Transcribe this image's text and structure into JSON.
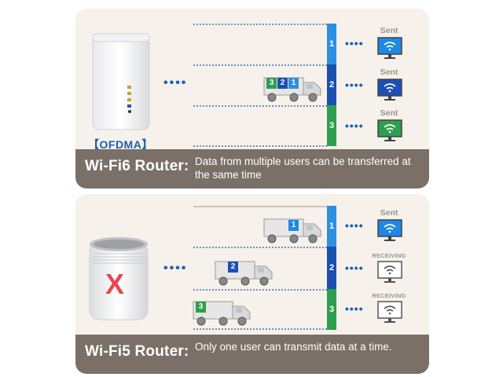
{
  "wifi6": {
    "router_label": "【OFDMA】",
    "caption_title": "Wi-Fi6 Router:",
    "caption_desc": "Data from multiple users can be transferred at the same time",
    "channels": [
      "1",
      "2",
      "3"
    ],
    "truck_packets": [
      "3",
      "2",
      "1"
    ],
    "devices": [
      {
        "status": "Sent",
        "screen_color": "#1e88e5"
      },
      {
        "status": "Sent",
        "screen_color": "#1e4fb8"
      },
      {
        "status": "Sent",
        "screen_color": "#2e9e4f"
      }
    ]
  },
  "wifi5": {
    "router_mark": "X",
    "caption_title": "Wi-Fi5 Router:",
    "caption_desc": "Only one user can transmit data at a time.",
    "channels": [
      "1",
      "2",
      "3"
    ],
    "trucks": [
      {
        "packet": "1",
        "color": "#1e88e5"
      },
      {
        "packet": "2",
        "color": "#1e4fb8"
      },
      {
        "packet": "3",
        "color": "#2e9e4f"
      }
    ],
    "devices": [
      {
        "status": "Sent",
        "screen_color": "#1e88e5"
      },
      {
        "status": "RECEIVING",
        "screen_color": "#ffffff"
      },
      {
        "status": "RECEIVING",
        "screen_color": "#ffffff"
      }
    ]
  },
  "colors": {
    "channel1": "#2e8fe0",
    "channel2": "#1a4fb0",
    "channel3": "#2e9e4f",
    "caption_bar": "#7a7068",
    "panel_bg": "#f6f1ea",
    "x_mark": "#e8474f"
  }
}
